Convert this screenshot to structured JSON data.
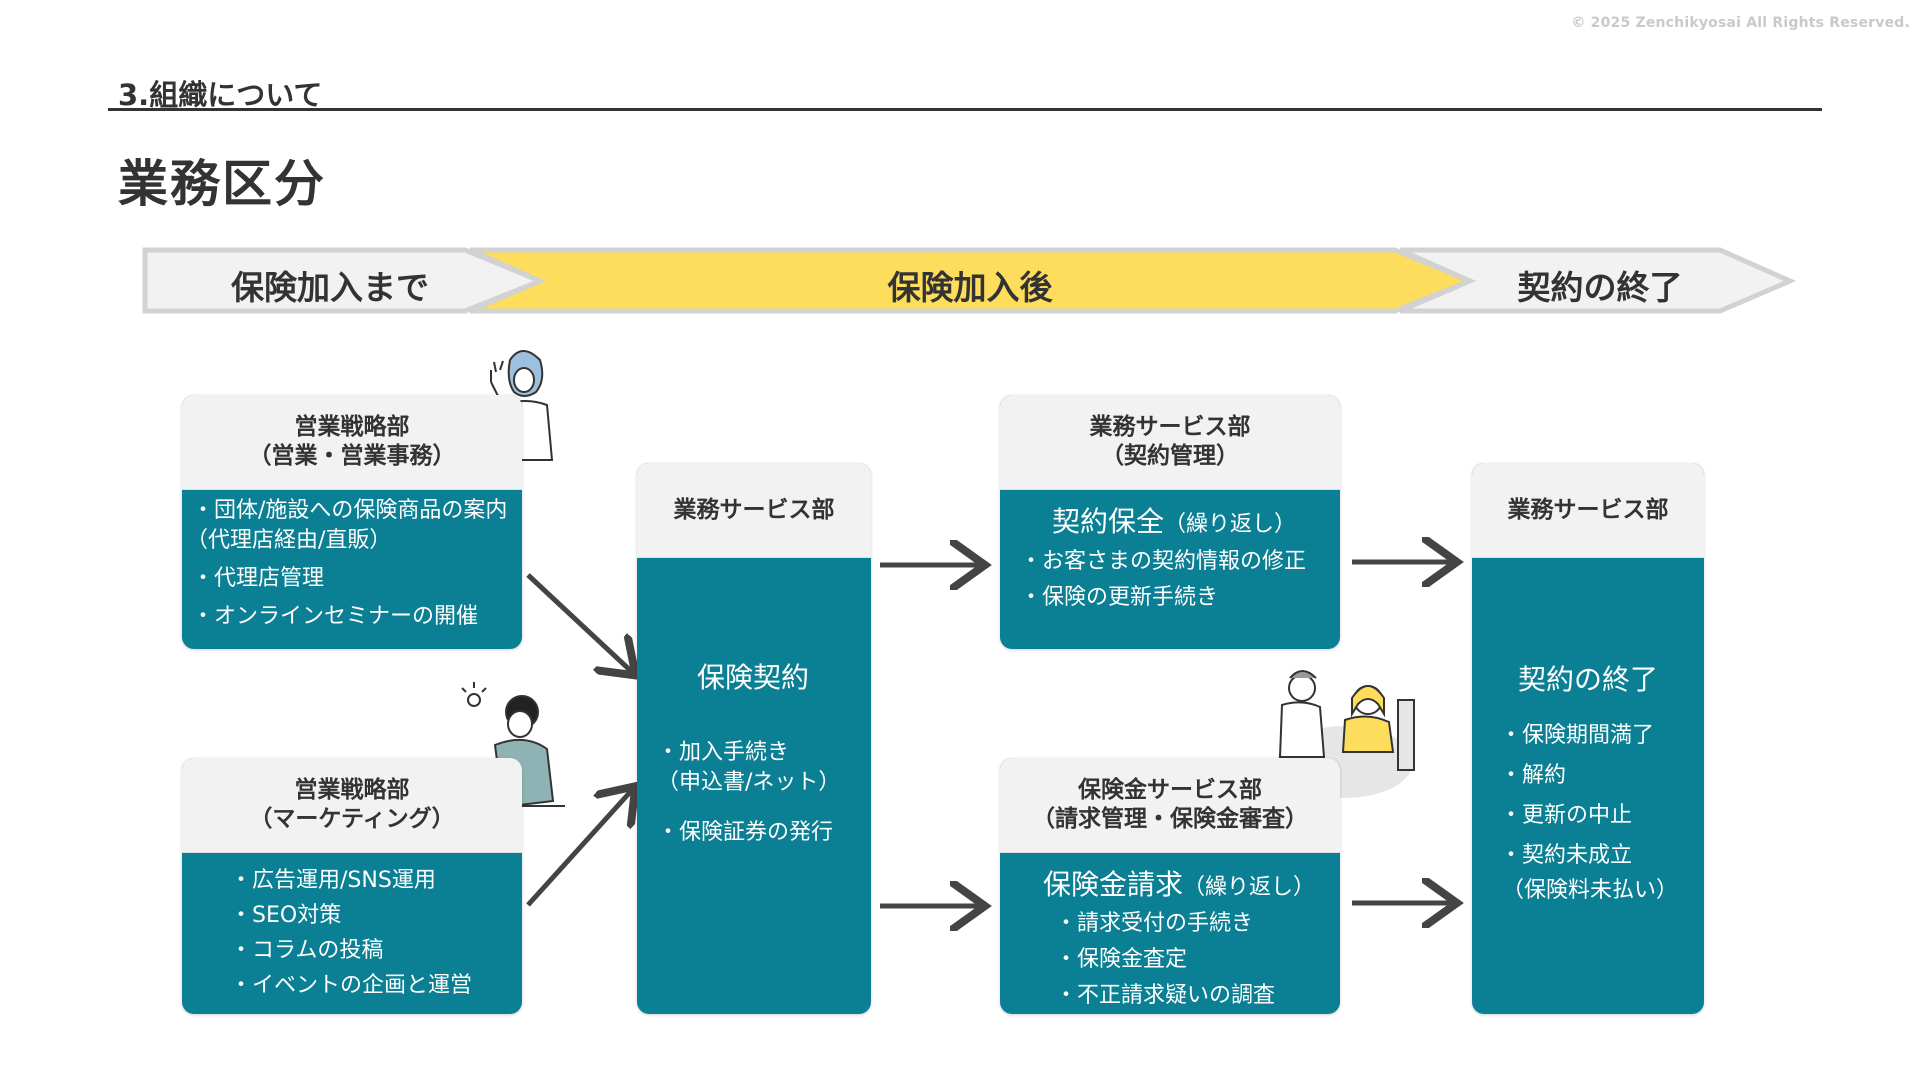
{
  "header": {
    "copyright": "© 2025 Zenchikyosai All Rights Reserved.",
    "section_label": "3.組織について",
    "page_title": "業務区分"
  },
  "phases": {
    "before": "保険加入まで",
    "after": "保険加入後",
    "end": "契約の終了"
  },
  "colors": {
    "teal": "#0b7f93",
    "yellow": "#fddd5b",
    "header_gray": "#f2f2f2",
    "text": "#333333"
  },
  "cards": {
    "sales": {
      "title_1": "営業戦略部",
      "title_2": "（営業・営業事務）",
      "items": [
        "団体/施設への保険商品の案内",
        "代理店管理",
        "オンラインセミナーの開催"
      ],
      "item_1_sub": "（代理店経由/直販）"
    },
    "marketing": {
      "title_1": "営業戦略部",
      "title_2": "（マーケティング）",
      "items": [
        "広告運用/SNS運用",
        "SEO対策",
        "コラムの投稿",
        "イベントの企画と運営"
      ]
    },
    "service_contract": {
      "title": "業務サービス部",
      "main": "保険契約",
      "items": [
        "加入手続き",
        "保険証券の発行"
      ],
      "item_1_sub": "（申込書/ネット）"
    },
    "contract_mgmt": {
      "title_1": "業務サービス部",
      "title_2": "（契約管理）",
      "main": "契約保全",
      "main_note": "（繰り返し）",
      "items": [
        "お客さまの契約情報の修正",
        "保険の更新手続き"
      ]
    },
    "claims": {
      "title_1": "保険金サービス部",
      "title_2": "（請求管理・保険金審査）",
      "main": "保険金請求",
      "main_note": "（繰り返し）",
      "items": [
        "請求受付の手続き",
        "保険金査定",
        "不正請求疑いの調査"
      ]
    },
    "service_end": {
      "title": "業務サービス部",
      "main": "契約の終了",
      "items": [
        "保険期間満了",
        "解約",
        "更新の中止",
        "契約未成立"
      ],
      "item_4_sub": "（保険料未払い）"
    }
  }
}
